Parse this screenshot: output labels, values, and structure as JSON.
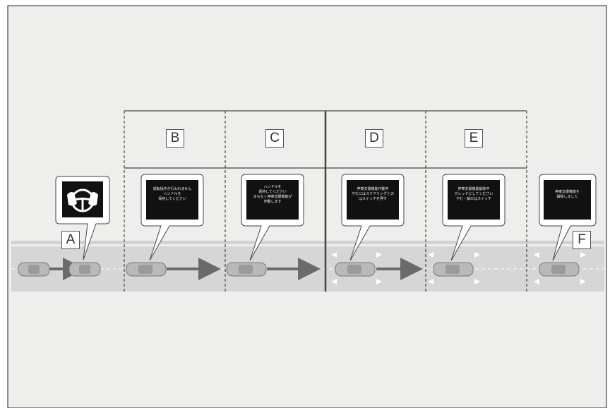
{
  "diagram": {
    "labels": {
      "A": "A",
      "B": "B",
      "C": "C",
      "D": "D",
      "E": "E",
      "F": "F"
    },
    "screens": {
      "A": {
        "icon": "steering-wheel-hands-icon"
      },
      "B": {
        "text": "運転操作が行われません\nハンドルを\n保持してください"
      },
      "C": {
        "text": "ハンドルを\n保持してください\nまもなく停車支援機能が\n作動します"
      },
      "D": {
        "text": "停車支援機能作動中\nやむにはステアリングとの\nはスイッチを押す"
      },
      "E": {
        "text": "停車支援機能解除中\nグレッドにしてください\nやむ・解のはスイッチ"
      },
      "F": {
        "text": "停車支援機能を\n解除しました"
      }
    },
    "colors": {
      "background": "#ffffff",
      "panel": "#eeeeec",
      "road": "#d6d6d6",
      "screen": "#111111",
      "arrow": "#6a6a6a",
      "divider": "#444444"
    }
  }
}
